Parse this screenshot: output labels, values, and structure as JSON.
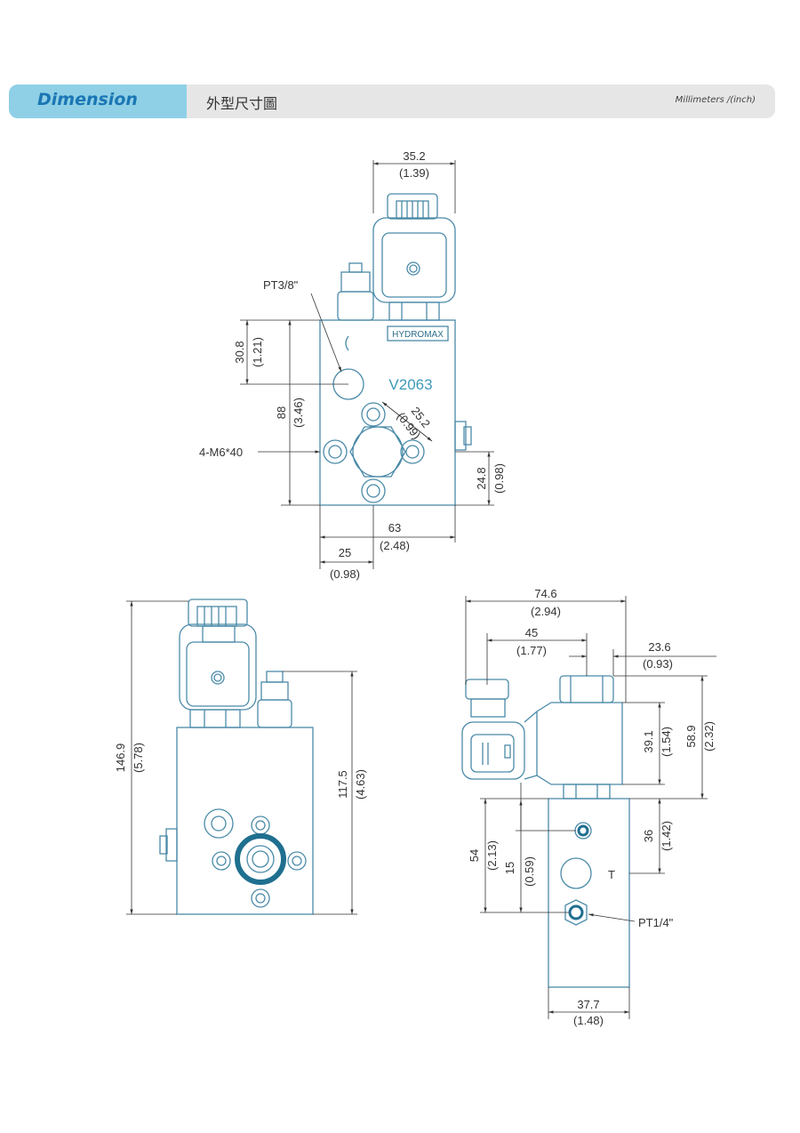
{
  "header": {
    "section_title": "Dimension",
    "section_title_cn": "外型尺寸圖",
    "units": "Millimeters /(inch)"
  },
  "top_view": {
    "width_top": "35.2",
    "width_top_in": "(1.39)",
    "port_label": "PT3/8\"",
    "brand": "HYDROMAX",
    "model": "V2063",
    "dim_30_8": "30.8",
    "dim_30_8_in": "(1.21)",
    "dim_88": "88",
    "dim_88_in": "(3.46)",
    "dim_25_2": "25.2",
    "dim_25_2_in": "(0.99)",
    "bolt_label": "4-M6*40",
    "dim_24_8": "24.8",
    "dim_24_8_in": "(0.98)",
    "dim_63": "63",
    "dim_63_in": "(2.48)",
    "dim_25": "25",
    "dim_25_in": "(0.98)"
  },
  "front_view": {
    "dim_146_9": "146.9",
    "dim_146_9_in": "(5.78)",
    "dim_117_5": "117.5",
    "dim_117_5_in": "(4.63)"
  },
  "side_view": {
    "dim_74_6": "74.6",
    "dim_74_6_in": "(2.94)",
    "dim_45": "45",
    "dim_45_in": "(1.77)",
    "dim_23_6": "23.6",
    "dim_23_6_in": "(0.93)",
    "dim_39_1": "39.1",
    "dim_39_1_in": "(1.54)",
    "dim_58_9": "58.9",
    "dim_58_9_in": "(2.32)",
    "dim_54": "54",
    "dim_54_in": "(2.13)",
    "dim_15": "15",
    "dim_15_in": "(0.59)",
    "dim_36": "36",
    "dim_36_in": "(1.42)",
    "port_T": "T",
    "port_label": "PT1/4\"",
    "dim_37_7": "37.7",
    "dim_37_7_in": "(1.48)"
  },
  "colors": {
    "outline": "#4a8aa8",
    "accent": "#1b76b4",
    "band_blue": "#8fd0e6",
    "band_gray": "#e6e6e6"
  }
}
